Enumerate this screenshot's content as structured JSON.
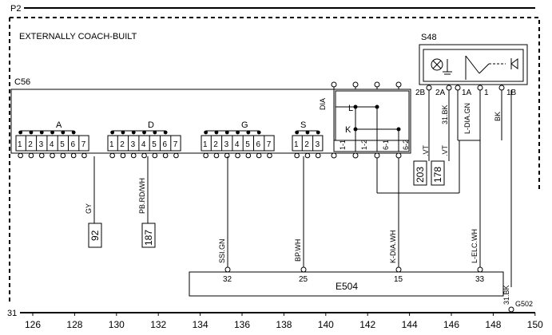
{
  "header": {
    "p2_label": "P2",
    "zone_label": "EXTERNALLY COACH-BUILT"
  },
  "c56": {
    "name": "C56",
    "groups": [
      {
        "label": "A",
        "pins": [
          "1",
          "2",
          "3",
          "4",
          "5",
          "6",
          "7"
        ]
      },
      {
        "label": "D",
        "pins": [
          "1",
          "2",
          "3",
          "4",
          "5",
          "6",
          "7"
        ]
      },
      {
        "label": "G",
        "pins": [
          "1",
          "2",
          "3",
          "4",
          "5",
          "6",
          "7"
        ]
      },
      {
        "label": "S",
        "pins": [
          "1",
          "2",
          "3"
        ]
      }
    ],
    "dia_block": {
      "title": "DIA",
      "l_label": "L",
      "k_label": "K",
      "pins": [
        "1-1",
        "1-2",
        "6-1",
        "6-2"
      ]
    }
  },
  "s48": {
    "name": "S48",
    "pins": [
      "2B",
      "2A",
      "1A",
      "1",
      "1B"
    ]
  },
  "wires": {
    "gy": "GY",
    "pb_rd_wh": "PB.RD/WH",
    "ssi_gn": "SSI.GN",
    "bp_wh": "BP.WH",
    "k_dia_wh": "K-DIA.WH",
    "l_elc_wh": "L-ELC.WH",
    "vt_a": ".VT",
    "vt_b": ".VT",
    "bk_31": "31.BK",
    "l_dia_gn": "L-DIA.GN",
    "bk": "BK",
    "bk_31_ground": "31.BK"
  },
  "refs": {
    "r92": "92",
    "r187": "187",
    "r203": "203",
    "r178": "178"
  },
  "e504": {
    "name": "E504",
    "pins": [
      "32",
      "25",
      "15",
      "33"
    ]
  },
  "ground": {
    "label": "G502"
  },
  "footer": {
    "bus_label": "31",
    "ruler": [
      "126",
      "128",
      "130",
      "132",
      "134",
      "136",
      "138",
      "140",
      "142",
      "144",
      "146",
      "148",
      "150"
    ]
  }
}
